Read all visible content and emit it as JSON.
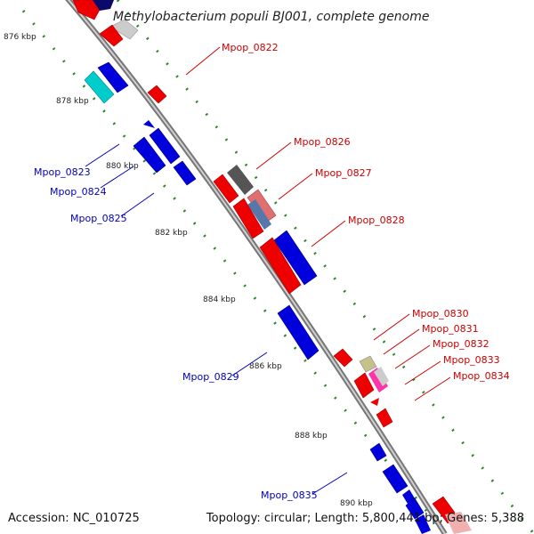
{
  "title": "Methylobacterium populi BJ001, complete genome",
  "accession": "Accession: NC_010725",
  "topology": "Topology: circular; Length: 5,800,441 bp; Genes: 5,388",
  "colors": {
    "forward_label": "#cc0000",
    "reverse_label": "#0000bb",
    "backbone": "#9a9a9a",
    "tick_dots": "#2a8a2a"
  },
  "ticks": [
    {
      "label": "876 kbp"
    },
    {
      "label": "878 kbp"
    },
    {
      "label": "880 kbp"
    },
    {
      "label": "882 kbp"
    },
    {
      "label": "884 kbp"
    },
    {
      "label": "886 kbp"
    },
    {
      "label": "888 kbp"
    },
    {
      "label": "890 kbp"
    }
  ],
  "gene_labels": {
    "forward": [
      "Mpop_0822",
      "Mpop_0826",
      "Mpop_0827",
      "Mpop_0828",
      "Mpop_0830",
      "Mpop_0831",
      "Mpop_0832",
      "Mpop_0833",
      "Mpop_0834"
    ],
    "reverse": [
      "Mpop_0823",
      "Mpop_0824",
      "Mpop_0825",
      "Mpop_0829",
      "Mpop_0835"
    ]
  }
}
